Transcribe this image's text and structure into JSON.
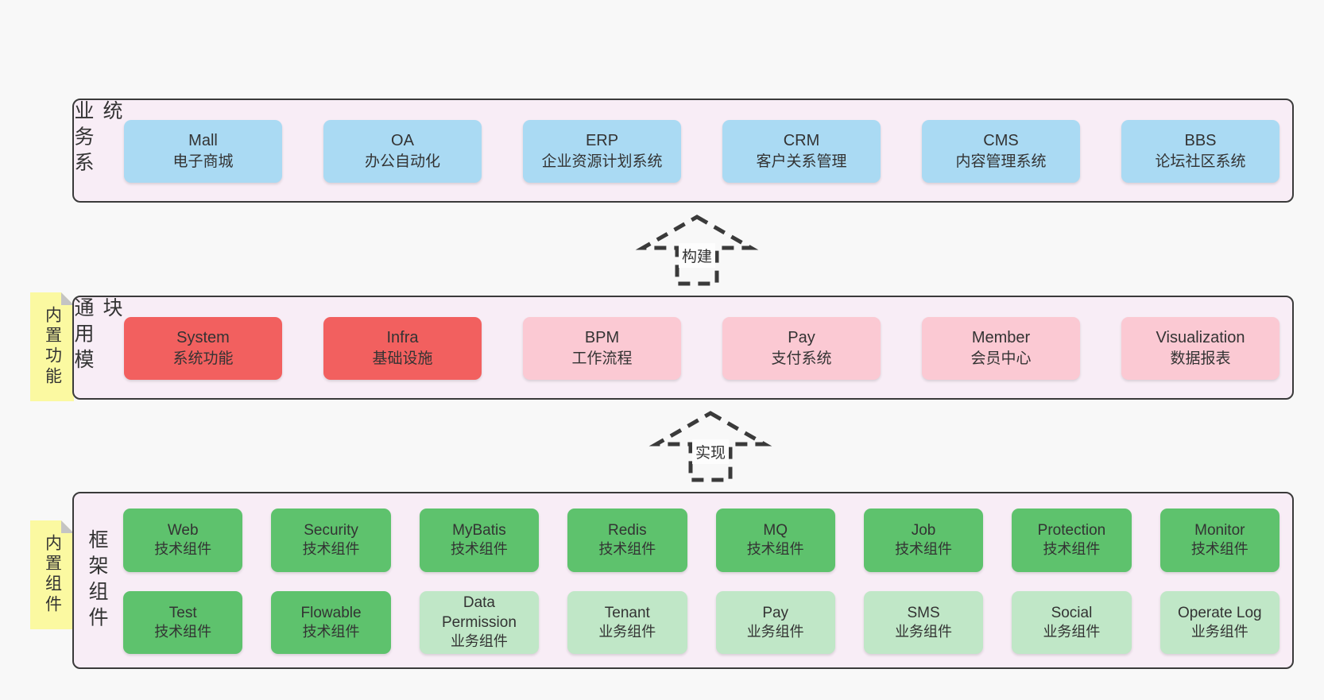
{
  "colors": {
    "page_background": "#f8f8f8",
    "layer_background": "#f8edf6",
    "outline": "#3a3a3a",
    "business_box": "#aadaf3",
    "core_module_box": "#f2605f",
    "optional_module_box": "#fbc9d3",
    "tech_component_box": "#5ec26d",
    "biz_component_box": "#c0e7c7",
    "sticky_note": "#fbf9a1",
    "sticky_fold": "#c4c4c4",
    "text": "#333333"
  },
  "arrows": [
    {
      "label": "构建"
    },
    {
      "label": "实现"
    }
  ],
  "layers": [
    {
      "label": "业务系统",
      "rows": [
        [
          {
            "title": "Mall",
            "subtitle": "电子商城"
          },
          {
            "title": "OA",
            "subtitle": "办公自动化"
          },
          {
            "title": "ERP",
            "subtitle": "企业资源计划系统"
          },
          {
            "title": "CRM",
            "subtitle": "客户关系管理"
          },
          {
            "title": "CMS",
            "subtitle": "内容管理系统"
          },
          {
            "title": "BBS",
            "subtitle": "论坛社区系统"
          }
        ]
      ]
    },
    {
      "label": "通用模块",
      "sticky": "内置功能",
      "rows": [
        [
          {
            "title": "System",
            "subtitle": "系统功能"
          },
          {
            "title": "Infra",
            "subtitle": "基础设施"
          },
          {
            "title": "BPM",
            "subtitle": "工作流程"
          },
          {
            "title": "Pay",
            "subtitle": "支付系统"
          },
          {
            "title": "Member",
            "subtitle": "会员中心"
          },
          {
            "title": "Visualization",
            "subtitle": "数据报表"
          }
        ]
      ]
    },
    {
      "label": "框架组件",
      "sticky": "内置组件",
      "rows": [
        [
          {
            "title": "Web",
            "subtitle": "技术组件"
          },
          {
            "title": "Security",
            "subtitle": "技术组件"
          },
          {
            "title": "MyBatis",
            "subtitle": "技术组件"
          },
          {
            "title": "Redis",
            "subtitle": "技术组件"
          },
          {
            "title": "MQ",
            "subtitle": "技术组件"
          },
          {
            "title": "Job",
            "subtitle": "技术组件"
          },
          {
            "title": "Protection",
            "subtitle": "技术组件"
          },
          {
            "title": "Monitor",
            "subtitle": "技术组件"
          }
        ],
        [
          {
            "title": "Test",
            "subtitle": "技术组件"
          },
          {
            "title": "Flowable",
            "subtitle": "技术组件"
          },
          {
            "title": "Data Permission",
            "subtitle": "业务组件"
          },
          {
            "title": "Tenant",
            "subtitle": "业务组件"
          },
          {
            "title": "Pay",
            "subtitle": "业务组件"
          },
          {
            "title": "SMS",
            "subtitle": "业务组件"
          },
          {
            "title": "Social",
            "subtitle": "业务组件"
          },
          {
            "title": "Operate Log",
            "subtitle": "业务组件"
          }
        ]
      ]
    }
  ]
}
